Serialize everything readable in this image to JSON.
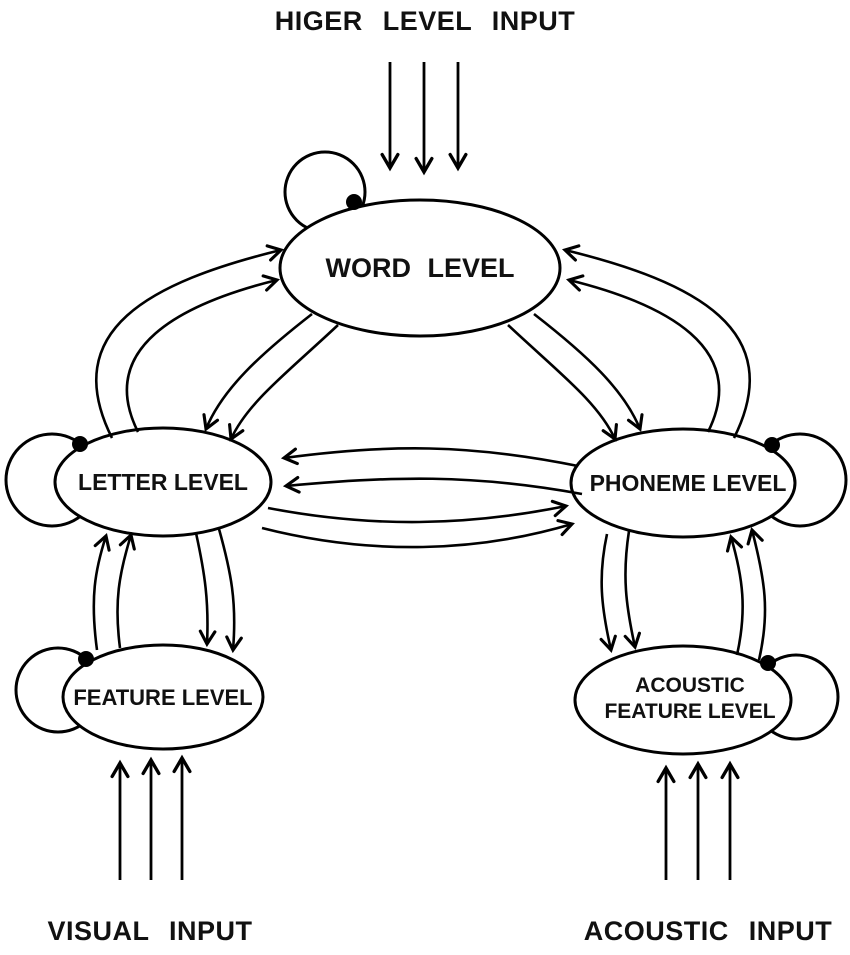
{
  "diagram": {
    "background": "#ffffff",
    "stroke_color": "#000000",
    "inputs": {
      "higher_label": "HIGER LEVEL INPUT",
      "visual_label": "VISUAL INPUT",
      "acoustic_label": "ACOUSTIC INPUT"
    },
    "nodes": {
      "word": {
        "label": "WORD LEVEL"
      },
      "letter": {
        "label": "LETTER LEVEL"
      },
      "phoneme": {
        "label": "PHONEME LEVEL"
      },
      "feature": {
        "label": "FEATURE LEVEL"
      },
      "acoustic_feature": {
        "label_line1": "ACOUSTIC",
        "label_line2": "FEATURE LEVEL"
      }
    },
    "connections": [
      {
        "from": "higher-level-input",
        "to": "word",
        "style": "triple-parallel-arrows"
      },
      {
        "from": "word",
        "to": "letter",
        "bidirectional": true,
        "arrow_pairs": 2
      },
      {
        "from": "word",
        "to": "phoneme",
        "bidirectional": true,
        "arrow_pairs": 2
      },
      {
        "from": "letter",
        "to": "phoneme",
        "bidirectional": true,
        "arrow_pairs": 2
      },
      {
        "from": "letter",
        "to": "feature",
        "bidirectional": true,
        "arrow_pairs": 2
      },
      {
        "from": "phoneme",
        "to": "acoustic_feature",
        "bidirectional": true,
        "arrow_pairs": 2
      },
      {
        "from": "visual-input",
        "to": "feature",
        "style": "triple-parallel-arrows"
      },
      {
        "from": "acoustic-input",
        "to": "acoustic_feature",
        "style": "triple-parallel-arrows"
      },
      {
        "node": "word",
        "type": "self-loop-with-dot"
      },
      {
        "node": "letter",
        "type": "self-loop-with-dot"
      },
      {
        "node": "phoneme",
        "type": "self-loop-with-dot"
      },
      {
        "node": "feature",
        "type": "self-loop-with-dot"
      },
      {
        "node": "acoustic_feature",
        "type": "self-loop-with-dot"
      }
    ]
  }
}
